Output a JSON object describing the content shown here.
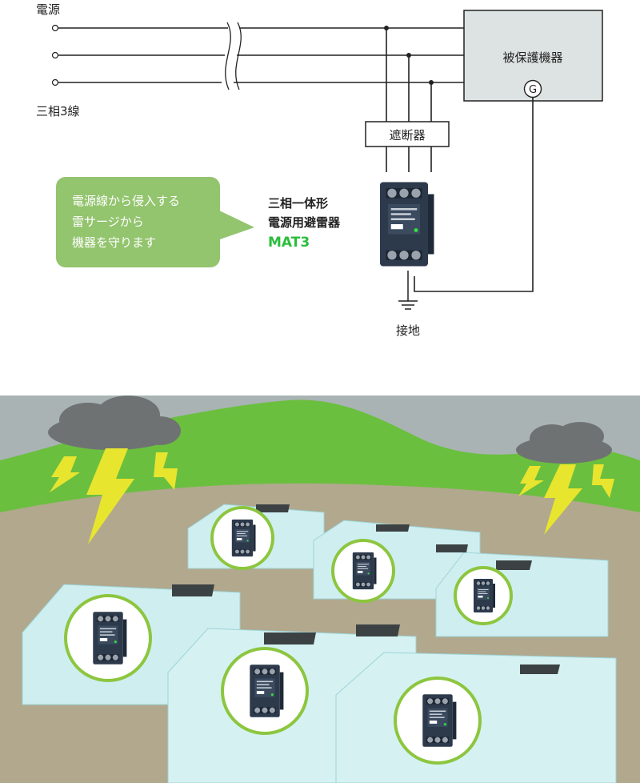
{
  "diagram": {
    "power_label": "電源",
    "phase_label": "三相3線",
    "protected_equipment_label": "被保護機器",
    "generator_symbol": "G",
    "breaker_label": "遮断器",
    "ground_label": "接地",
    "product_desc_line1": "三相一体形",
    "product_desc_line2": "電源用避雷器",
    "product_name": "MAT3",
    "callout_line1": "電源線から侵入する",
    "callout_line2": "雷サージから",
    "callout_line3": "機器を守ります"
  },
  "colors": {
    "line": "#222222",
    "equipment_box": "#dde3e2",
    "callout_bubble": "#93c46e",
    "product_green": "#2bbd3c",
    "sky": "#a9b3b4",
    "mountain": "#6bbf3f",
    "ground": "#b1a88d",
    "greenhouse": "#cfeef0",
    "badge_border": "#8cc63f",
    "lightning": "#e8e52e",
    "cloud": "#6f7273"
  },
  "icons": {
    "device": "surge-arrester-device-icon",
    "lightning": "lightning-bolt-icon",
    "cloud": "storm-cloud-icon",
    "greenhouse": "greenhouse-icon",
    "ground": "ground-symbol-icon"
  }
}
